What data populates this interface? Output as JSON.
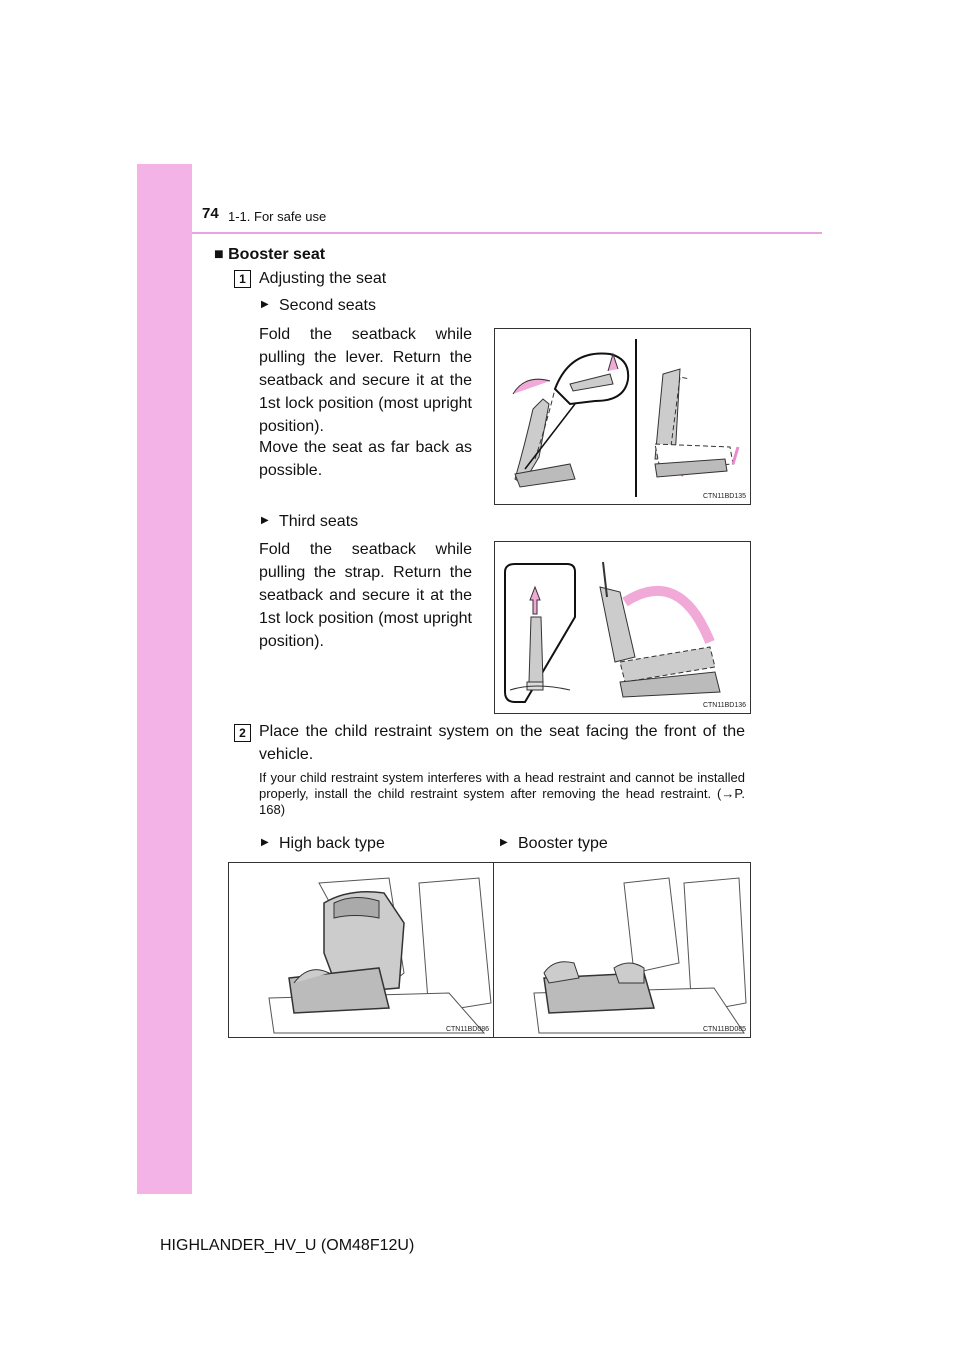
{
  "header": {
    "page_number": "74",
    "section": "1-1. For safe use"
  },
  "heading": {
    "bullet": "■",
    "title": "Booster seat"
  },
  "step1": {
    "num": "1",
    "text": "Adjusting the seat",
    "second": {
      "title": "Second seats",
      "para1": "Fold the seatback while pulling the lever. Return the seatback and secure it at the 1st lock position (most upright position).",
      "para2": "Move the seat as far back as possible.",
      "fig_code": "CTN11BD135"
    },
    "third": {
      "title": "Third seats",
      "para1": "Fold the seatback while pulling the strap. Return the seatback and secure it at the 1st lock position (most upright position).",
      "fig_code": "CTN11BD136"
    }
  },
  "step2": {
    "num": "2",
    "text": "Place the child restraint system on the seat facing the front of the vehicle.",
    "note": "If your child restraint system interferes with a head restraint and cannot be installed properly, install the child restraint system after removing the head restraint. (→P. 168)",
    "high_back": {
      "title": "High back type",
      "fig_code": "CTN11BD086"
    },
    "booster": {
      "title": "Booster type",
      "fig_code": "CTN11BD085"
    }
  },
  "footer": "HIGHLANDER_HV_U (OM48F12U)"
}
